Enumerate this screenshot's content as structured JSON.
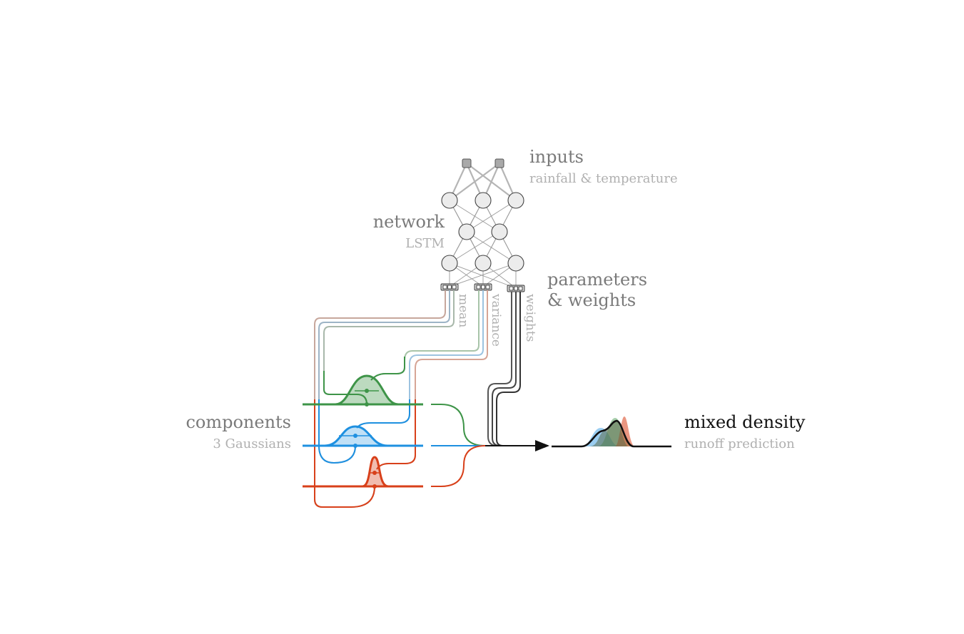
{
  "labels": {
    "inputs_title": "inputs",
    "inputs_sub": "rainfall & temperature",
    "network_title": "network",
    "network_sub": "LSTM",
    "params_line1": "parameters",
    "params_line2": "& weights",
    "param_mean": "mean",
    "param_variance": "variance",
    "param_weights": "weights",
    "components_title": "components",
    "components_sub": "3 Gaussians",
    "mixed_title": "mixed density",
    "mixed_sub": "runoff prediction"
  },
  "colors": {
    "green": "#3e9448",
    "blue": "#1e90e0",
    "red": "#d8401a",
    "gray_text": "#7a7a7a",
    "light_text": "#b0b0b0",
    "dark": "#111111",
    "node_fill": "#ececec"
  }
}
